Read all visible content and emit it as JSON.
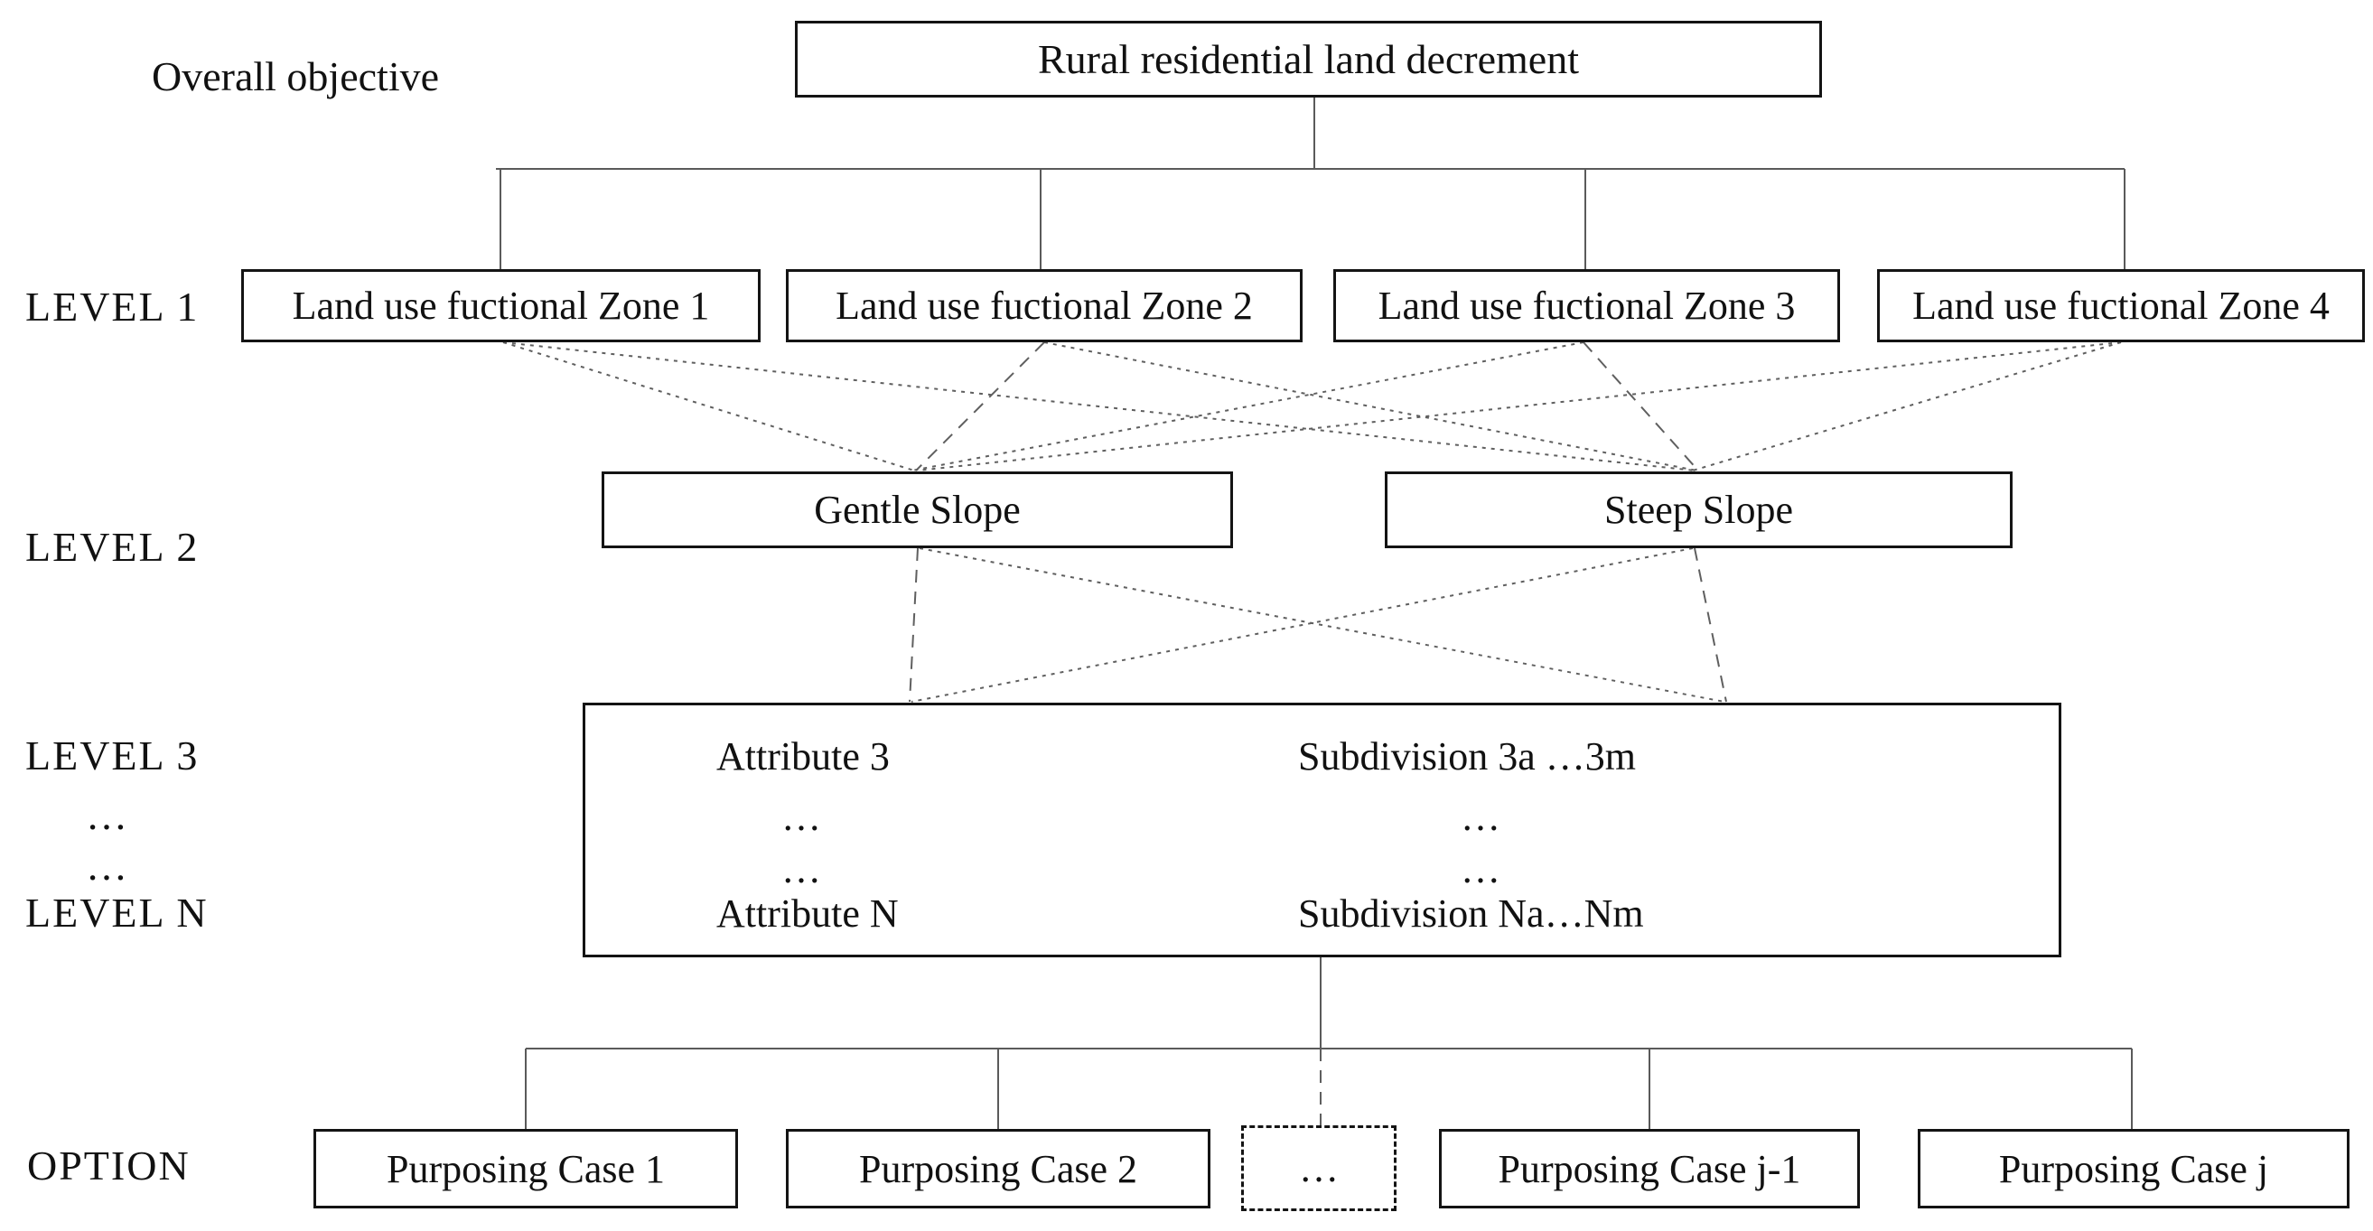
{
  "labels": {
    "overall_objective": "Overall objective",
    "level1": "LEVEL 1",
    "level2": "LEVEL 2",
    "level3": "LEVEL 3",
    "dots_a": "…",
    "dots_b": "…",
    "levelN": "LEVEL N",
    "option": "OPTION"
  },
  "nodes": {
    "root": "Rural residential land decrement",
    "zone1": "Land use fuctional Zone 1",
    "zone2": "Land use fuctional Zone 2",
    "zone3": "Land use fuctional Zone 3",
    "zone4": "Land use fuctional Zone 4",
    "gentle_slope": "Gentle Slope",
    "steep_slope": "Steep Slope",
    "attribute_row1": "Attribute 3",
    "attribute_row2": "…",
    "attribute_row3": "…",
    "attribute_row4": "Attribute N",
    "subdivision_row1": "Subdivision 3a …3m",
    "subdivision_row2": "…",
    "subdivision_row3": "…",
    "subdivision_row4": "Subdivision Na…Nm",
    "case1": "Purposing Case 1",
    "case2": "Purposing Case 2",
    "case_ellipsis": "…",
    "case_j_minus_1": "Purposing Case j-1",
    "case_j": "Purposing Case j"
  },
  "colors": {
    "background": "#ffffff",
    "box_border": "#141414",
    "text": "#111111",
    "connector_line": "#5a5a5a",
    "dashed_line": "#5f5f5f"
  }
}
